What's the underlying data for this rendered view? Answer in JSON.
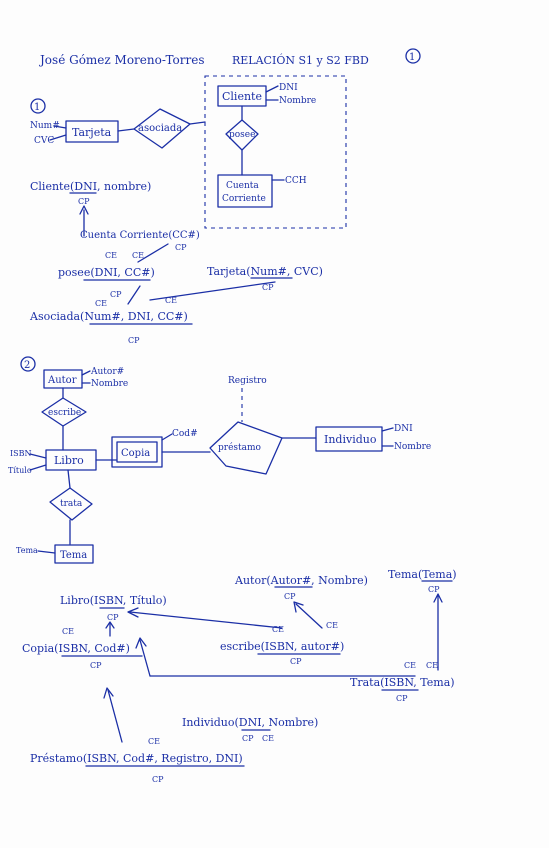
{
  "header": {
    "author": "José Gómez Moreno-Torres",
    "title": "RELACIÓN S1 y S2 FBD",
    "page_number": "1"
  },
  "ex1": {
    "number": "1",
    "entity_tarjeta": "Tarjeta",
    "attr_num": "Num#",
    "attr_cvc": "CVC",
    "rel_asociada": "asociada",
    "entity_cliente": "Cliente",
    "attr_dni": "DNI",
    "attr_nombre": "Nombre",
    "rel_posee": "posee",
    "entity_cuenta_l1": "Cuenta",
    "entity_cuenta_l2": "Corriente",
    "attr_cch": "CCH"
  },
  "ex1_schema": {
    "cliente": "Cliente(DNI, nombre)",
    "cp": "CP",
    "ce": "CE",
    "cuenta": "Cuenta Corriente(CC#)",
    "posee": "posee(DNI, CC#)",
    "tarjeta": "Tarjeta(Num#, CVC)",
    "asociada": "Asociada(Num#, DNI, CC#)"
  },
  "ex2": {
    "number": "2",
    "entity_autor": "Autor",
    "attr_autor_id": "Autor#",
    "attr_nombre": "Nombre",
    "rel_escribe": "escribe",
    "entity_libro": "Libro",
    "attr_isbn": "ISBN",
    "attr_titulo": "Título",
    "entity_copia": "Copia",
    "attr_cod": "Cod#",
    "rel_prestamo": "préstamo",
    "attr_registro": "Registro",
    "entity_individuo": "Individuo",
    "attr_dni": "DNI",
    "rel_trata": "trata",
    "entity_tema": "Tema",
    "attr_tema": "Tema"
  },
  "ex2_schema": {
    "autor": "Autor(Autor#, Nombre)",
    "tema": "Tema(Tema)",
    "libro": "Libro(ISBN, Título)",
    "copia": "Copia(ISBN, Cod#)",
    "escribe": "escribe(ISBN, autor#)",
    "trata": "Trata(ISBN, Tema)",
    "individuo": "Individuo(DNI, Nombre)",
    "prestamo": "Préstamo(ISBN, Cod#, Registro, DNI)",
    "cp": "CP",
    "ce": "CE"
  }
}
